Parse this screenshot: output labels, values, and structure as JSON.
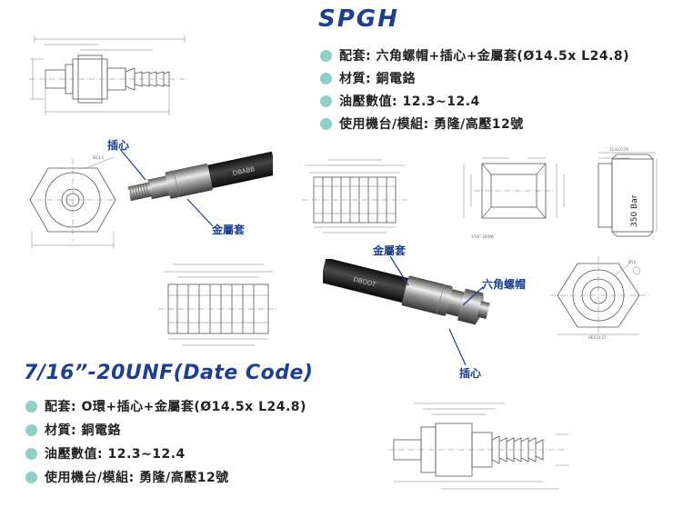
{
  "top_section": {
    "title": "SPGH",
    "specs": [
      "配套: 六角螺帽+插心+金屬套(Ø14.5x L24.8)",
      "材質: 銅電鉻",
      "油壓數值: 12.3~12.4",
      "使用機台/模組: 勇隆/高壓12號"
    ]
  },
  "bottom_section": {
    "title": "7/16”-20UNF(Date Code)",
    "specs": [
      "配套: O環+插心+金屬套(Ø14.5x L24.8)",
      "材質: 銅電鉻",
      "油壓數值: 12.3~12.4",
      "使用機台/模組: 勇隆/高壓12號"
    ]
  },
  "callouts": {
    "insert_top": "插心",
    "metal_sleeve_top": "金屬套",
    "metal_sleeve_mid": "金屬套",
    "hex_nut": "六角螺帽",
    "insert_bottom": "插心"
  },
  "drawing_labels": {
    "hex_dim": "HEX14.27",
    "dia16": "Ø16",
    "bar_text": "350 Bar",
    "unf_label": "7/16\"-20UNF",
    "width_top": "15.6±0.05",
    "brand_top": "DBABB",
    "brand_mid": "DBOOT"
  },
  "colors": {
    "title": "#1c3f8f",
    "bullet": "#8fcfc8",
    "callout": "#1c3f8f"
  }
}
